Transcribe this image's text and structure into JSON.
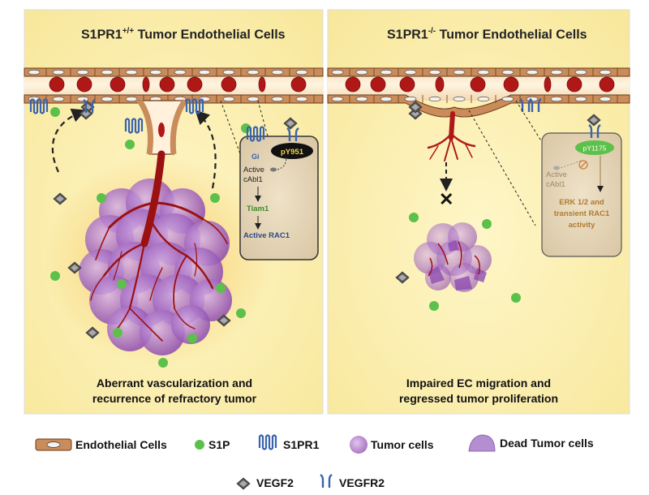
{
  "left_panel": {
    "title_base": "S1PR1",
    "title_sup": "+/+",
    "title_rest": " Tumor Endothelial Cells",
    "caption_line1": "Aberrant vascularization and",
    "caption_line2": "recurrence of refractory tumor",
    "inset": {
      "gi": "Gi",
      "pY": "pY951",
      "active": "Active",
      "cabl": "cAbl1",
      "tiam": "Tiam1",
      "rac": "Active RAC1"
    }
  },
  "right_panel": {
    "title_base": "S1PR1",
    "title_sup": "-/-",
    "title_rest": " Tumor Endothelial Cells",
    "caption_line1": "Impaired EC migration and",
    "caption_line2": "regressed tumor proliferation",
    "inset": {
      "pY": "pY1175",
      "active": "Active",
      "cabl": "cAbl1",
      "erk1": "ERK 1/2 and",
      "erk2": "transient RAC1",
      "erk3": "activity"
    }
  },
  "legend": {
    "endothelial": "Endothelial Cells",
    "s1p": "S1P",
    "s1pr1": "S1PR1",
    "tumor": "Tumor cells",
    "dead": "Dead Tumor cells",
    "vegf2": "VEGF2",
    "vegfr2": "VEGFR2"
  },
  "colors": {
    "panel_bg": "#fdf2b8",
    "endothelial": "#c98c5a",
    "rbc": "#b01818",
    "s1p": "#5cc14a",
    "receptor": "#3a63ad",
    "tumor": "#9b59b6",
    "vessel": "#9b1010"
  }
}
